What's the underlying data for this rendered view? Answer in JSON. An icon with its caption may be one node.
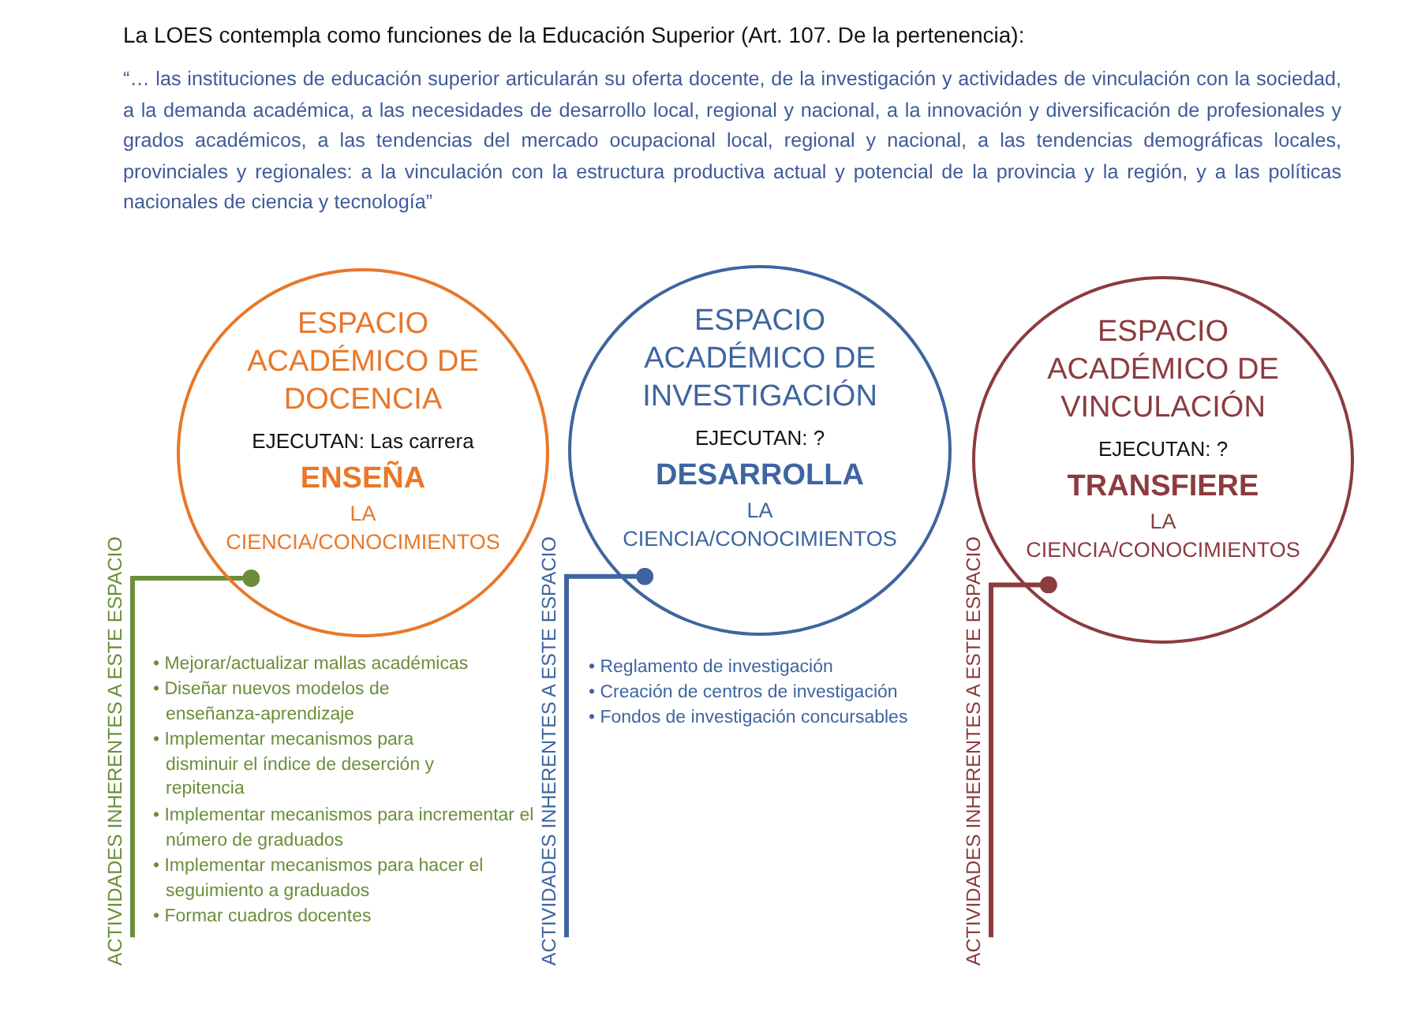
{
  "diagram": {
    "title": "La LOES contempla como funciones de la Educación Superior (Art. 107. De la pertenencia):",
    "nodes": [
      {
        "text": [
          "ESPACIO ACADÉMICO DE DOCENCIA",
          "EJECUTAN: Las carrera",
          "ENSEÑA",
          "LA CIENCIA/CONOCIMIENTOS"
        ]
      },
      {
        "text": [
          "ACTIVIDADES INHERENTES A ESTE ESPACIO"
        ]
      },
      {
        "text": [
          "ESPACIO ACADÉMICO DE INVESTIGACIÓN",
          "EJECUTAN: ?",
          "DESARROLLA",
          "LA CIENCIA/CONOCIMIENTOS"
        ]
      },
      {
        "text": [
          "ACTIVIDADES INHERENTES A ESTE ESPACIO"
        ]
      },
      {
        "text": [
          "ESPACIO ACADÉMICO DE VINCULACIÓN",
          "EJECUTAN: ?",
          "TRANSFIERE",
          "LA CIENCIA/CONOCIMIENTOS"
        ]
      },
      {
        "text": [
          "ACTIVIDADES INHERENTES A ESTE ESPACIO"
        ]
      }
    ],
    "edges": [
      {
        "from": 0,
        "to": 1,
        "arrow": "other",
        "color": "#6b8e3a"
      },
      {
        "from": 2,
        "to": 3,
        "arrow": "other",
        "color": "#3e65a0"
      },
      {
        "from": 4,
        "to": 5,
        "arrow": "other",
        "color": "#8c3b3f"
      }
    ],
    "labels": [
      "“… las instituciones de educación superior articularán su oferta docente, de la investigación y actividades de vinculación con la sociedad, a la demanda académica, a las necesidades de desarrollo local, regional y nacional, a la innovación y diversificación de profesionales y grados académicos, a las tendencias del mercado ocupacional local, regional y nacional, a las tendencias demográficas locales, provinciales y regionales: a la vinculación con la estructura productiva actual y potencial de la provincia y la región, y a las políticas nacionales de ciencia y tecnología”",
      "• Mejorar/actualizar mallas académicas",
      "• Diseñar nuevos modelos de enseñanza-aprendizaje",
      "• Implementar mecanismos para disminuir el índice de deserción y repitencia",
      "• Implementar mecanismos para incrementar el número de graduados",
      "• Implementar mecanismos para hacer el seguimiento a graduados",
      "• Formar cuadros docentes",
      "• Reglamento de investigación",
      "• Creación de centros de investigación",
      "• Fondos de investigación concursables"
    ]
  }
}
